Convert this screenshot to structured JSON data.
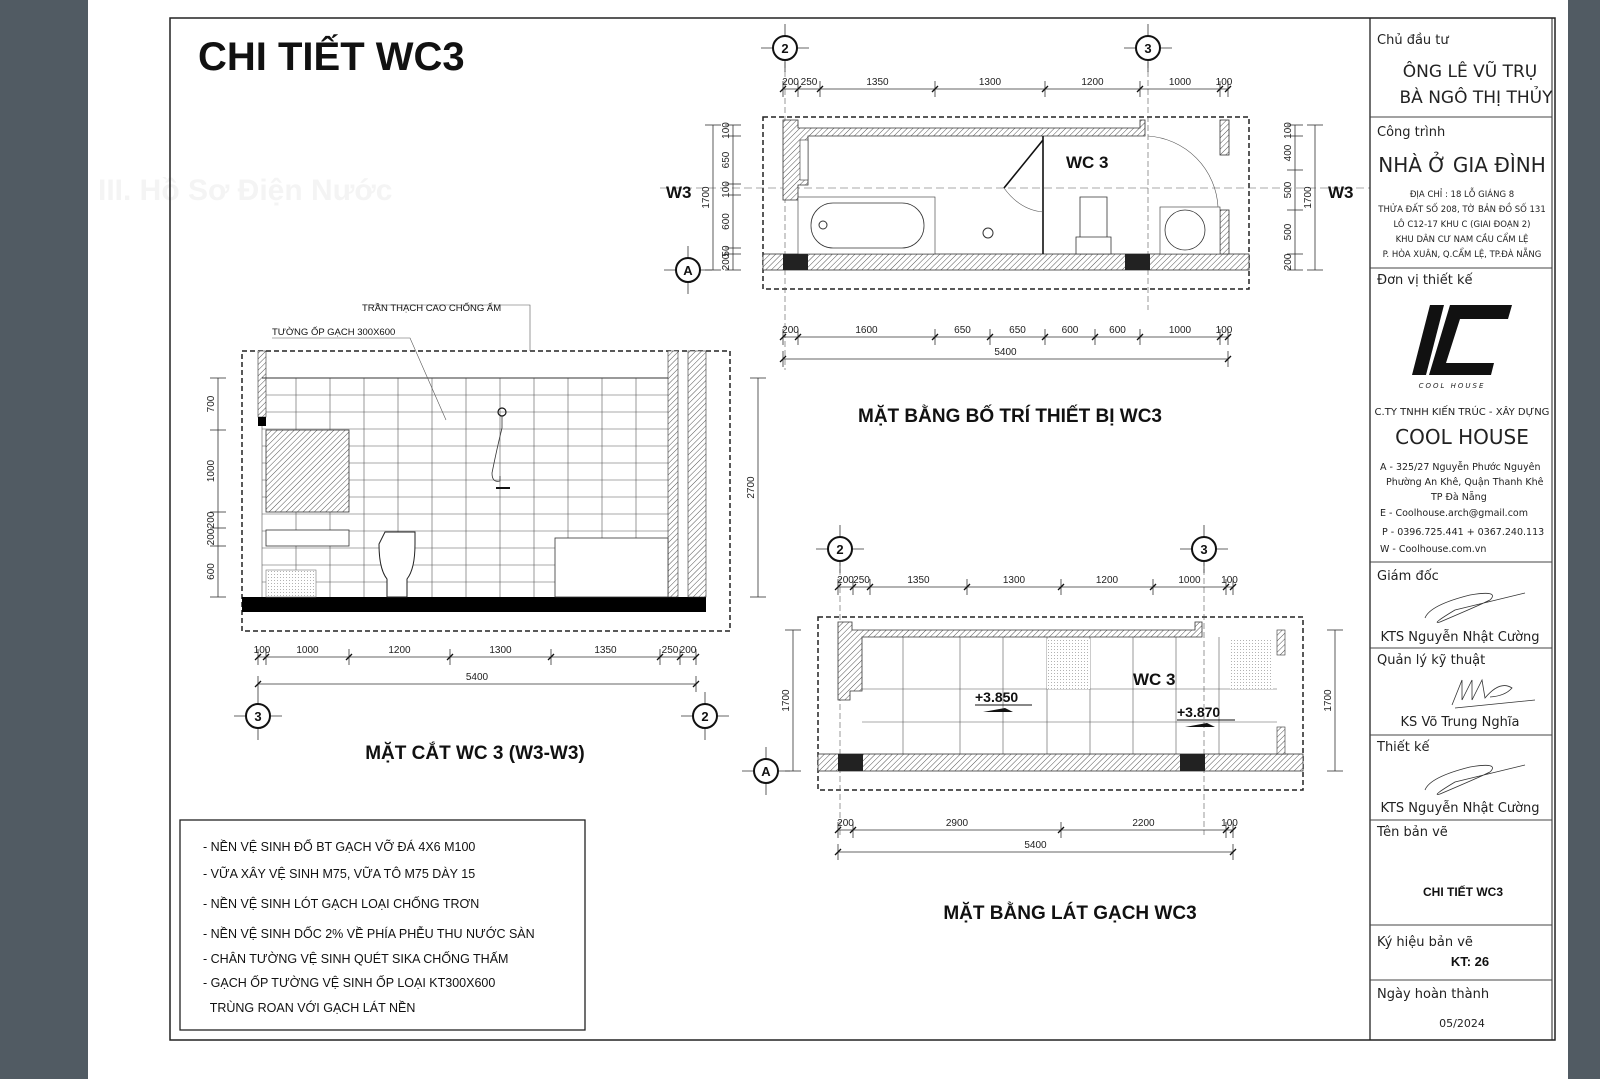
{
  "watermark": "III. Hồ Sơ Điện Nước",
  "sheet_title": "CHI TIẾT WC3",
  "plan_equipment": {
    "title": "MẶT BẰNG BỐ TRÍ THIẾT BỊ WC3",
    "room_label": "WC 3",
    "grid_labels": [
      "2",
      "3",
      "A"
    ],
    "section_marks": [
      "W3",
      "W3"
    ],
    "dims_top": [
      "200",
      "250",
      "1350",
      "1300",
      "1200",
      "1000",
      "100"
    ],
    "dims_bottom": [
      "200",
      "1600",
      "650",
      "650",
      "600",
      "600",
      "1000",
      "100"
    ],
    "dims_total": "5400",
    "dims_left": [
      "100",
      "650",
      "100",
      "600",
      "50",
      "200"
    ],
    "dims_left_total": "1700",
    "dims_right": [
      "100",
      "400",
      "500",
      "500",
      "200"
    ],
    "dims_right_total": "1700"
  },
  "section": {
    "title": "MẶT CẮT WC 3 (W3-W3)",
    "note_ceiling": "TRẦN THẠCH CAO CHỐNG ẨM",
    "note_wall": "TƯỜNG ỐP GẠCH 300X600",
    "grid_labels": [
      "3",
      "2"
    ],
    "dims_bottom": [
      "100",
      "1000",
      "1200",
      "1300",
      "1350",
      "250",
      "200"
    ],
    "dims_total": "5400",
    "dims_left": [
      "700",
      "1000",
      "200",
      "200",
      "600"
    ],
    "dims_right_total": "2700"
  },
  "plan_tiling": {
    "title": "MẶT BẰNG LÁT GẠCH WC3",
    "room_label": "WC 3",
    "levels": [
      "+3.850",
      "+3.870"
    ],
    "grid_labels": [
      "2",
      "3",
      "A"
    ],
    "dims_top": [
      "200",
      "250",
      "1350",
      "1300",
      "1200",
      "1000",
      "100"
    ],
    "dims_bottom": [
      "200",
      "2900",
      "2200",
      "100"
    ],
    "dims_total": "5400",
    "dims_left_total": "1700",
    "dims_right_total": "1700"
  },
  "notes": [
    "- NỀN VỆ SINH ĐỔ BT GẠCH VỠ  ĐÁ 4X6 M100",
    "- VỮA XÂY VỆ SINH M75, VỮA TÔ M75 DÀY 15",
    "- NỀN VỆ SINH LÓT GẠCH LOẠI CHỐNG TRƠN",
    "- NỀN VỆ SINH DỐC 2% VỀ PHÍA PHỄU THU NƯỚC SÀN",
    "- CHÂN TƯỜNG VỆ SINH QUÉT SIKA CHỐNG THẤM",
    "- GẠCH ỐP TƯỜNG VỆ SINH ỐP LOẠI KT300X600",
    "  TRÙNG ROAN VỚI GẠCH LÁT NỀN"
  ],
  "title_block": {
    "investor_label": "Chủ đầu tư",
    "investor_1": "ÔNG LÊ VŨ TRỤ",
    "investor_2": "BÀ NGÔ THỊ THỦY",
    "project_label": "Công trình",
    "project_name": "NHÀ Ở GIA ĐÌNH",
    "address": [
      "ĐỊA CHỈ : 18 LỖ GIÁNG 8",
      "THỬA ĐẤT SỐ 208, TỜ BẢN ĐỒ SỐ 131",
      "LÔ C12-17 KHU C (GIAI ĐOẠN 2)",
      "KHU DÂN CƯ NAM CẦU CẨM LỆ",
      "P. HÒA XUÂN, Q.CẨM LỆ, TP.ĐÀ NẴNG"
    ],
    "designer_label": "Đơn vị thiết kế",
    "logo_text": "COOL HOUSE",
    "company_line": "C.TY TNHH KIẾN TRÚC - XÂY DỰNG",
    "company_name": "COOL HOUSE",
    "contact": [
      "A - 325/27 Nguyễn Phước Nguyên",
      "Phường An Khê, Quận Thanh Khê",
      "TP Đà Nẵng",
      "E - Coolhouse.arch@gmail.com",
      "P - 0396.725.441 + 0367.240.113",
      "W - Coolhouse.com.vn"
    ],
    "director_label": "Giám đốc",
    "director_name": "KTS Nguyễn Nhật Cường",
    "tech_label": "Quản lý kỹ thuật",
    "tech_name": "KS Võ Trung Nghĩa",
    "design_label": "Thiết kế",
    "design_name": "KTS Nguyễn Nhật Cường",
    "drawing_name_label": "Tên bản vẽ",
    "drawing_name": "CHI TIẾT WC3",
    "drawing_code_label": "Ký hiệu bản vẽ",
    "drawing_code": "KT: 26",
    "date_label": "Ngày hoàn thành",
    "date": "05/2024"
  }
}
